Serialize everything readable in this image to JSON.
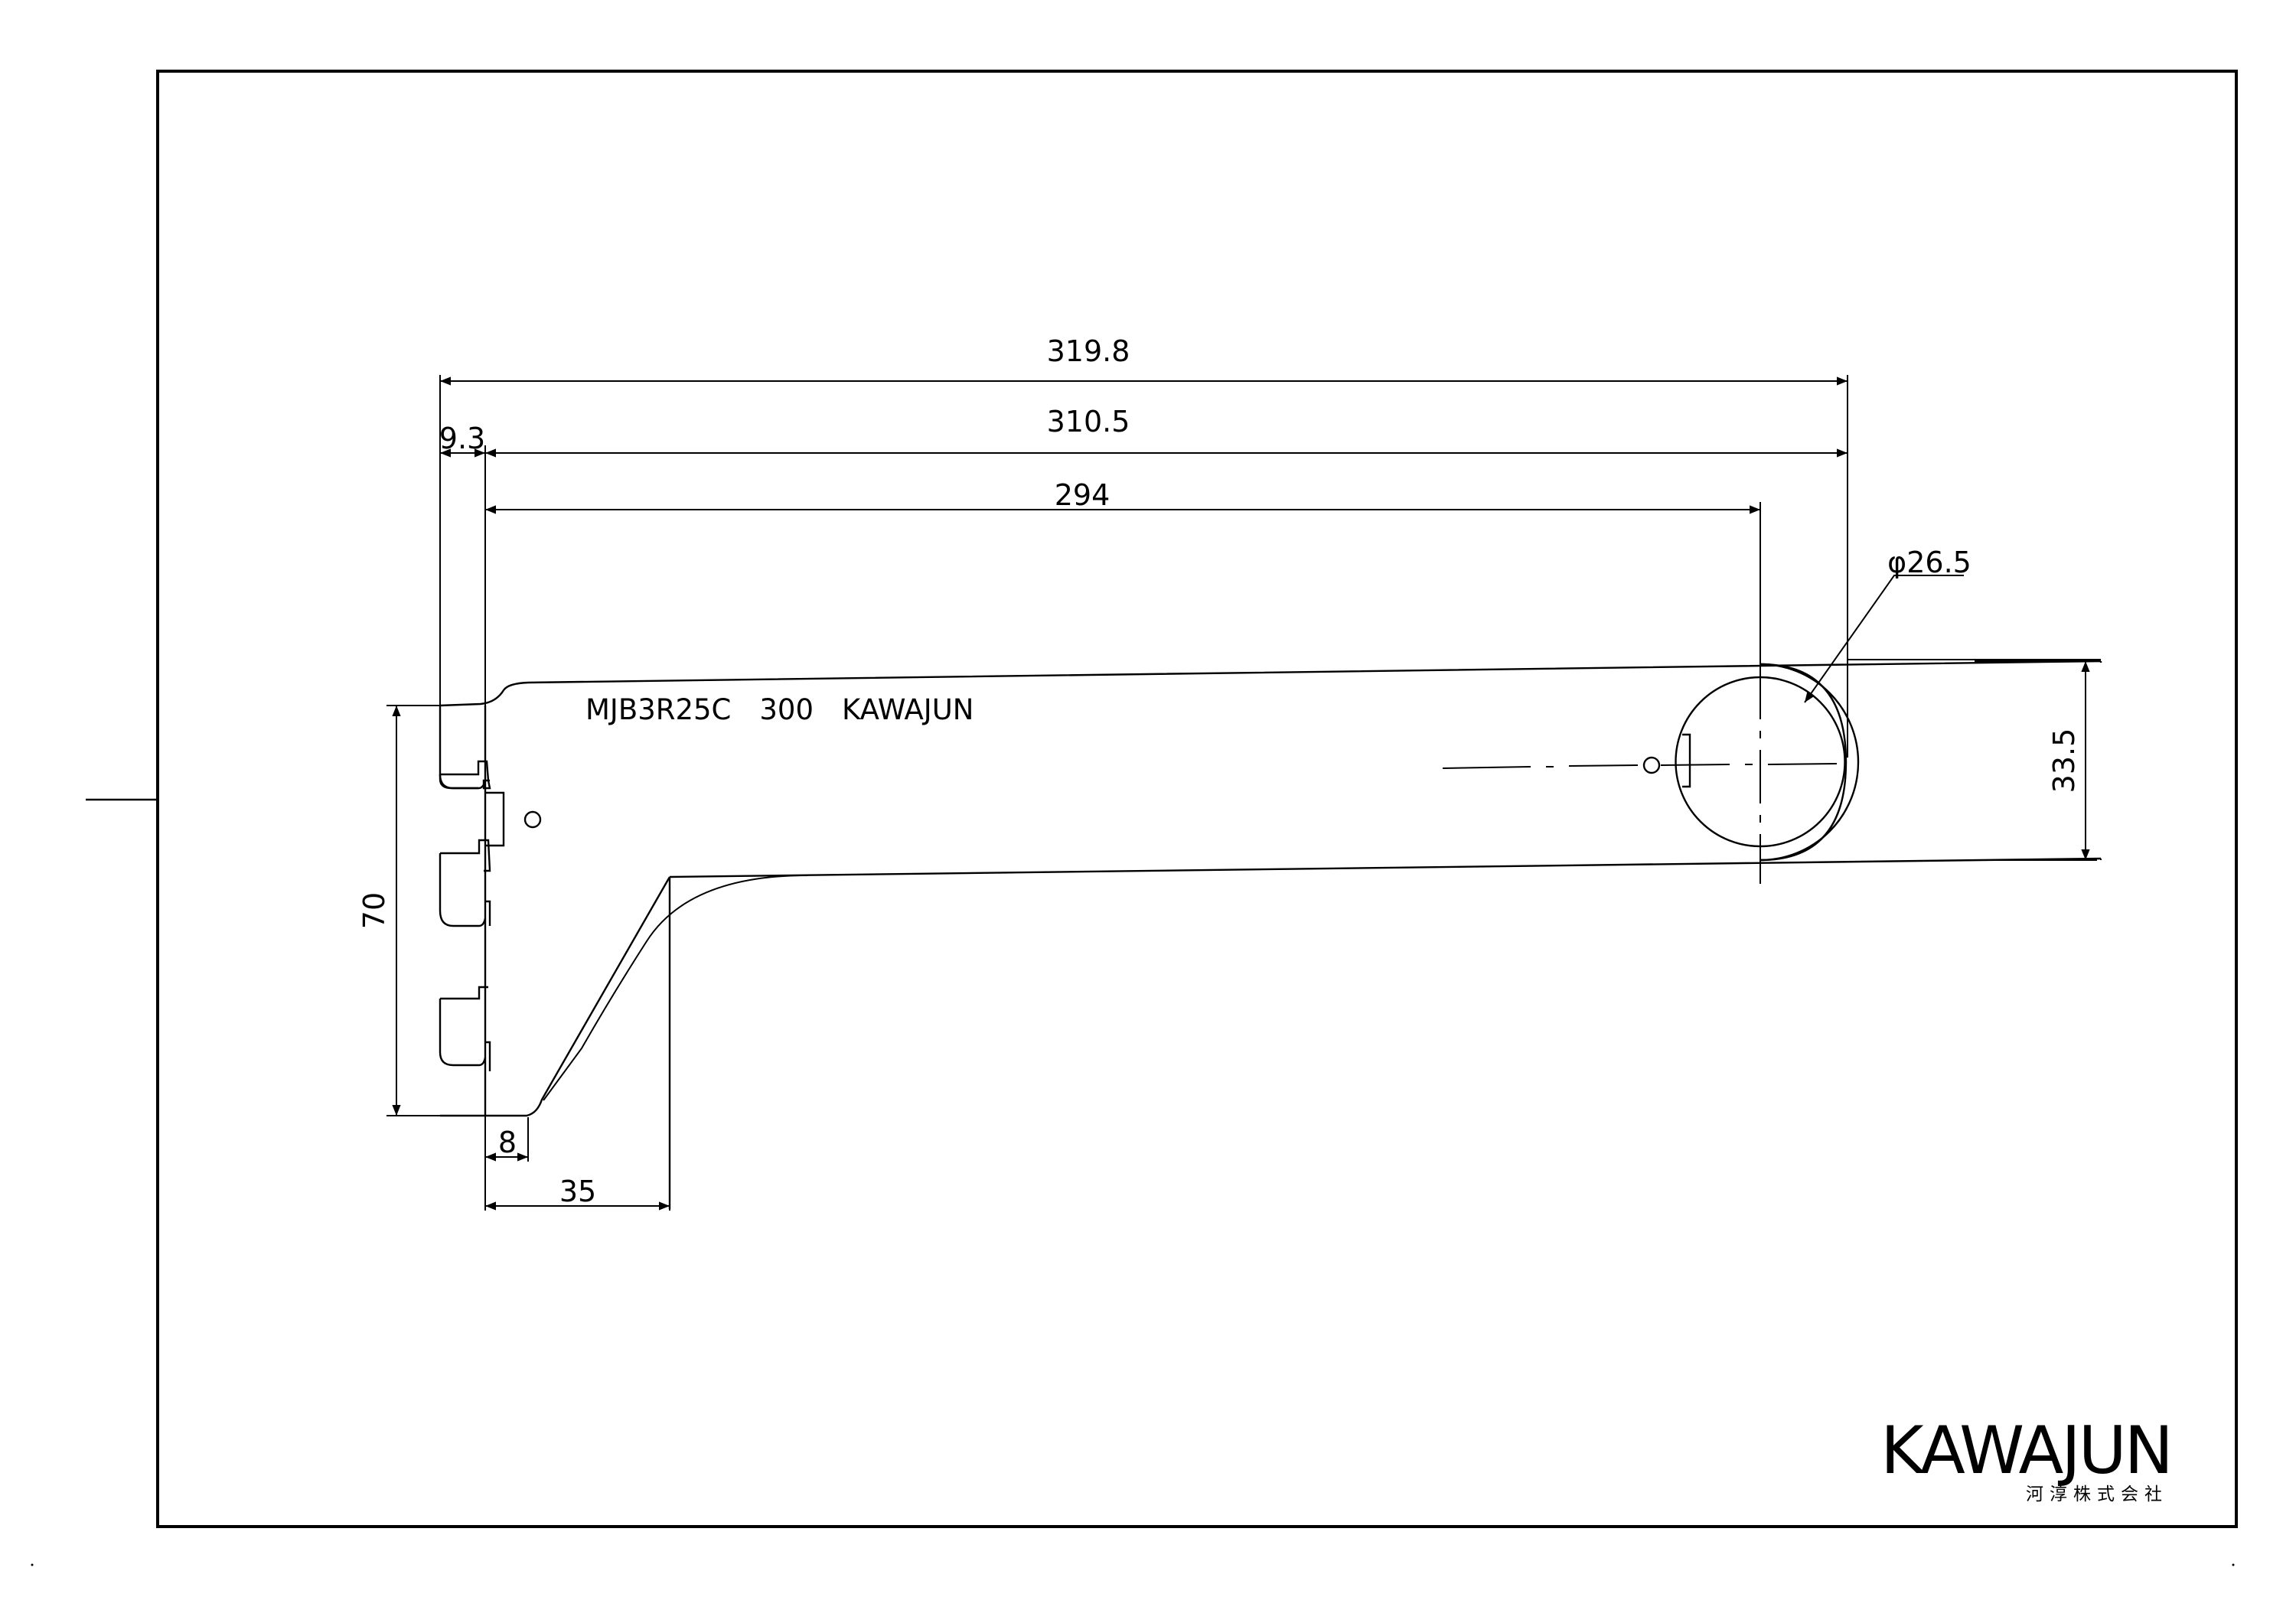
{
  "drawing": {
    "part_marking": "MJB3R25C　300　KAWAJUN",
    "dimensions": {
      "overall_length": "319.8",
      "length_to_rod_tip": "310.5",
      "length_to_rod_center": "294",
      "slot_offset": "9.3",
      "rod_diameter": "φ26.5",
      "tip_height": "33.5",
      "bracket_height": "70",
      "foot_width": "8",
      "gusset_width": "35"
    },
    "logo": {
      "name": "KAWAJUN",
      "company": "河淳株式会社"
    },
    "colors": {
      "line": "#000000",
      "background": "#ffffff"
    }
  }
}
